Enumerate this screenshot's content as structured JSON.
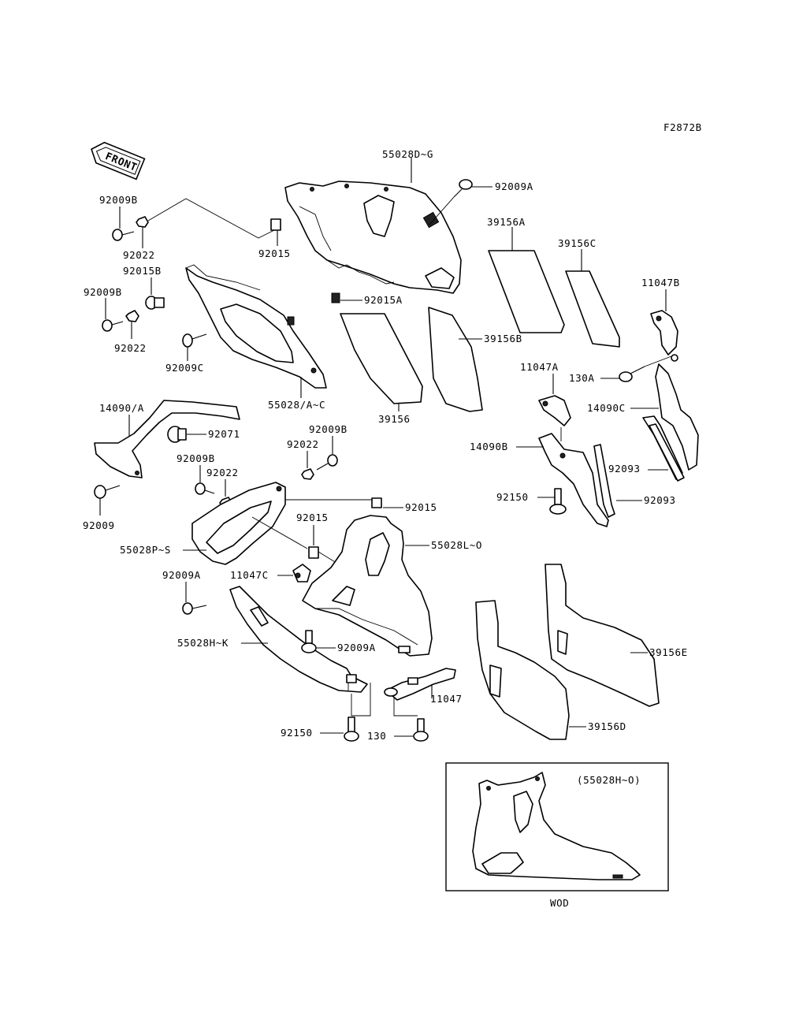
{
  "figure_code": "F2872B",
  "front_label": "FRONT",
  "inset": {
    "label": "(55028H~O)",
    "caption": "WOD"
  },
  "labels": {
    "l_55028D_G": "55028D~G",
    "l_92009A_top": "92009A",
    "l_92009B_1": "92009B",
    "l_92022_1": "92022",
    "l_92015_1": "92015",
    "l_92015B": "92015B",
    "l_92009B_2": "92009B",
    "l_92022_2": "92022",
    "l_92009C": "92009C",
    "l_55028A_C": "55028/A~C",
    "l_92015A": "92015A",
    "l_39156A": "39156A",
    "l_39156C": "39156C",
    "l_39156B": "39156B",
    "l_39156": "39156",
    "l_11047B": "11047B",
    "l_130A": "130A",
    "l_14090C": "14090C",
    "l_11047A": "11047A",
    "l_14090B": "14090B",
    "l_92093_1": "92093",
    "l_92093_2": "92093",
    "l_92150_1": "92150",
    "l_14090_A": "14090/A",
    "l_92071": "92071",
    "l_92009B_3": "92009B",
    "l_92022_3": "92022",
    "l_92009B_4": "92009B",
    "l_92022_4": "92022",
    "l_92009": "92009",
    "l_92015_2": "92015",
    "l_92015_3": "92015",
    "l_55028P_S": "55028P~S",
    "l_55028L_O": "55028L~O",
    "l_92009A_2": "92009A",
    "l_11047C": "11047C",
    "l_55028H_K": "55028H~K",
    "l_92009A_3": "92009A",
    "l_11047": "11047",
    "l_92150_2": "92150",
    "l_130": "130",
    "l_39156E": "39156E",
    "l_39156D": "39156D"
  }
}
